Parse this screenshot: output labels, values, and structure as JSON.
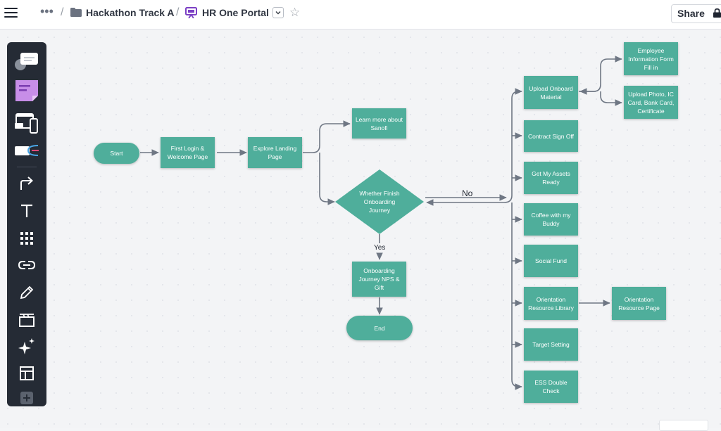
{
  "header": {
    "breadcrumb": {
      "more": "•••",
      "separator": "/",
      "folder": "Hackathon Track A",
      "board": "HR One Portal"
    },
    "share_label": "Share"
  },
  "toolbar": {
    "tools": [
      "comment-icon",
      "sticky-note-icon",
      "device-frames-icon",
      "shapes-icon",
      "connector-arrow-icon",
      "text-tool-icon",
      "grid-icon",
      "link-icon",
      "pen-icon",
      "frame-icon",
      "sparkle-icon",
      "layout-template-icon",
      "add-more-icon"
    ]
  },
  "flowchart": {
    "start": "Start",
    "first_login": "First Login & Welcome Page",
    "explore_landing": "Explore Landing Page",
    "learn_more": "Learn more about Sanofi",
    "decision": "Whether Finish Onboarding Journey",
    "nps": "Onboarding Journey NPS & Gift",
    "end": "End",
    "upload_material": "Upload Onboard Material",
    "employee_info": "Employee Information Form Fill in",
    "upload_photo": "Upload Photo, IC Card, Bank Card, Certificate",
    "contract": "Contract Sign Off",
    "assets": "Get My Assets Ready",
    "coffee": "Coffee with my Buddy",
    "social_fund": "Social Fund",
    "orientation_library": "Orientation Resource Library",
    "orientation_page": "Orientation Resource Page",
    "target": "Target Setting",
    "ess": "ESS Double Check",
    "label_no": "No",
    "label_yes": "Yes"
  },
  "colors": {
    "node_fill": "#4fae9b",
    "connector": "#6f7784",
    "toolbar_bg": "#252b35"
  }
}
